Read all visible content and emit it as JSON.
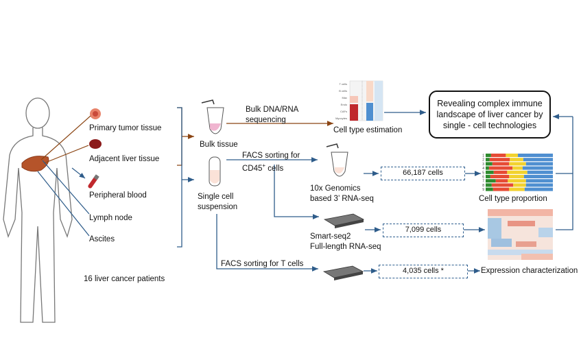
{
  "samples": {
    "primary_tumor": "Primary tumor tissue",
    "adjacent_liver": "Adjacent liver tissue",
    "peripheral_blood": "Peripheral blood",
    "lymph_node": "Lymph node",
    "ascites": "Ascites",
    "patients": "16 liver cancer patients"
  },
  "processing": {
    "bulk_tissue": "Bulk tissue",
    "single_cell_line1": "Single cell",
    "single_cell_line2": "suspension"
  },
  "methods": {
    "bulk_seq_line1": "Bulk DNA/RNA",
    "bulk_seq_line2": "sequencing",
    "facs_cd45_line1": "FACS sorting for",
    "facs_cd45_line2": "CD45",
    "facs_cd45_sup": "+",
    "facs_cd45_suffix": " cells",
    "tenx_line1": "10x Genomics",
    "tenx_line2": "based 3’ RNA-seq",
    "smart_line1": "Smart-seq2",
    "smart_line2": "Full-length RNA-seq",
    "facs_t": "FACS sorting for T cells"
  },
  "counts": {
    "tenx": "66,187 cells",
    "smart": "7,099 cells",
    "tcells": "4,035 cells *"
  },
  "outputs": {
    "cell_type_estimation": "Cell type estimation",
    "cell_type_proportion": "Cell type proportion",
    "expression_characterization": "Expression characterization",
    "result_line1": "Revealing complex immune",
    "result_line2": "landscape of liver cancer by",
    "result_line3": "single - cell technologies"
  },
  "estimation_rows": [
    "T cells",
    "B cells",
    "Mac",
    "Endo",
    "CAFs",
    "Myocytes"
  ],
  "proportion_rows": [
    "1",
    "2",
    "3",
    "4",
    "5",
    "6",
    "7",
    "8",
    "9"
  ],
  "proportion_fractions": [
    [
      0.08,
      0.22,
      0.18,
      0.52
    ],
    [
      0.06,
      0.3,
      0.2,
      0.44
    ],
    [
      0.1,
      0.25,
      0.25,
      0.4
    ],
    [
      0.05,
      0.35,
      0.15,
      0.45
    ],
    [
      0.12,
      0.2,
      0.3,
      0.38
    ],
    [
      0.07,
      0.28,
      0.22,
      0.43
    ],
    [
      0.15,
      0.18,
      0.27,
      0.4
    ],
    [
      0.09,
      0.32,
      0.19,
      0.4
    ],
    [
      0.11,
      0.24,
      0.23,
      0.42
    ]
  ],
  "colors": {
    "brown_arrow": "#8b4513",
    "blue_arrow": "#2e5c8a",
    "green": "#2e8b2e",
    "red": "#e64b35",
    "yellow": "#f2d22e",
    "blue": "#4f8fd0"
  }
}
